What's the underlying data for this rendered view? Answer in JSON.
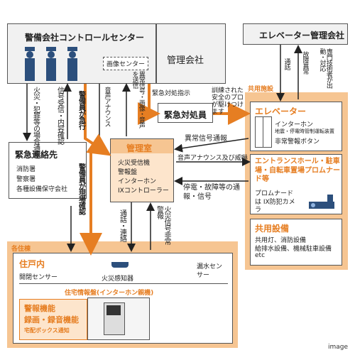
{
  "security_center": {
    "title": "警備会社コントロールセンター",
    "image_center": "画像センター"
  },
  "management_company": {
    "title": "管理会社"
  },
  "elevator_company": {
    "title": "エレベーター管理会社"
  },
  "emergency_contacts": {
    "title": "緊急連絡先",
    "items": [
      "消防署",
      "警察署",
      "各種設備保守会社"
    ]
  },
  "emergency_responder": {
    "title": "緊急対処員"
  },
  "management_room": {
    "title": "管理室",
    "items": [
      "火災受信機",
      "警報盤",
      "インターホン",
      "IXコントローラー"
    ]
  },
  "common_facilities": {
    "label": "共用施設",
    "elevator": {
      "title": "エレベーター",
      "items": [
        "インターホン",
        "地震・停電時管制運転装置",
        "非常警報ボタン"
      ]
    },
    "entrance": {
      "title": "エントランスホール・駐車場・自転車置場プロムナード等",
      "camera_label": "プロムナードは IX防犯カメラ"
    },
    "equipment": {
      "title": "共用設備",
      "items": [
        "共用灯、消防設備",
        "給排水設備、機械駐車設備",
        "etc"
      ]
    }
  },
  "each_unit": {
    "label": "各住棟",
    "dwelling": "住戸内",
    "sensors": {
      "door": "開閉センサー",
      "fire": "火災感知器",
      "leak": "漏水センサー"
    },
    "panel_title": "住宅情報盤(インターホン親機)",
    "functions": [
      "警報機能",
      "録画・録音機能",
      "宅配ボックス通知"
    ]
  },
  "flows": {
    "fire_crime_report": "火災・犯罪等の場合通報",
    "signal_receive": "信号受信・内容確認",
    "guard_rush": "警備員が急行",
    "guard_onsite": "警備員が現場確認",
    "announce": "音声アナウンス",
    "abnormal_signal": "異常信号・画像・音声を送信",
    "dispatch_order": "緊急対処指示",
    "trained_pro": "訓練された安全のプロが駆けつけます",
    "comm": "通話",
    "malfunction": "故障異常",
    "dispatch_expert": "専門技術者が出動・対応",
    "abnormal_report": "異常信号通報",
    "announce_threat": "音声アナウンス及び威嚇",
    "outage_report": "停電・故障等の通報・信号",
    "call_contact": "通話・連絡",
    "fire_alarm_signal": "火災信号非常警報"
  },
  "watermark": "image",
  "colors": {
    "orange": "#e67e22",
    "orange_fill": "#f6c592",
    "orange_light": "#fde5cc"
  }
}
